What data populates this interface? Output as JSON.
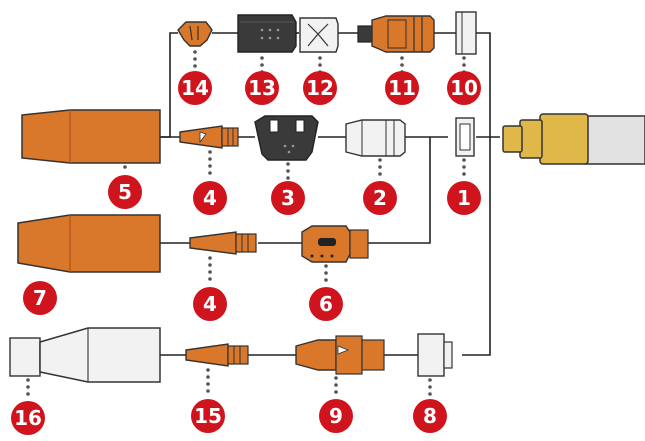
{
  "colors": {
    "copper": "#d9772b",
    "copper_dark": "#a8561a",
    "brass": "#e0b84a",
    "black_part": "#3a3a3a",
    "white_part": "#f2f2f2",
    "badge_red": "#d0141e",
    "line": "#222222",
    "cable": "#e2e2e2"
  },
  "badges": [
    {
      "id": "1",
      "label": "1"
    },
    {
      "id": "2",
      "label": "2"
    },
    {
      "id": "3",
      "label": "3"
    },
    {
      "id": "4a",
      "label": "4"
    },
    {
      "id": "4b",
      "label": "4"
    },
    {
      "id": "5",
      "label": "5"
    },
    {
      "id": "6",
      "label": "6"
    },
    {
      "id": "7",
      "label": "7"
    },
    {
      "id": "8",
      "label": "8"
    },
    {
      "id": "9",
      "label": "9"
    },
    {
      "id": "10",
      "label": "10"
    },
    {
      "id": "11",
      "label": "11"
    },
    {
      "id": "12",
      "label": "12"
    },
    {
      "id": "13",
      "label": "13"
    },
    {
      "id": "14",
      "label": "14"
    },
    {
      "id": "15",
      "label": "15"
    },
    {
      "id": "16",
      "label": "16"
    }
  ]
}
